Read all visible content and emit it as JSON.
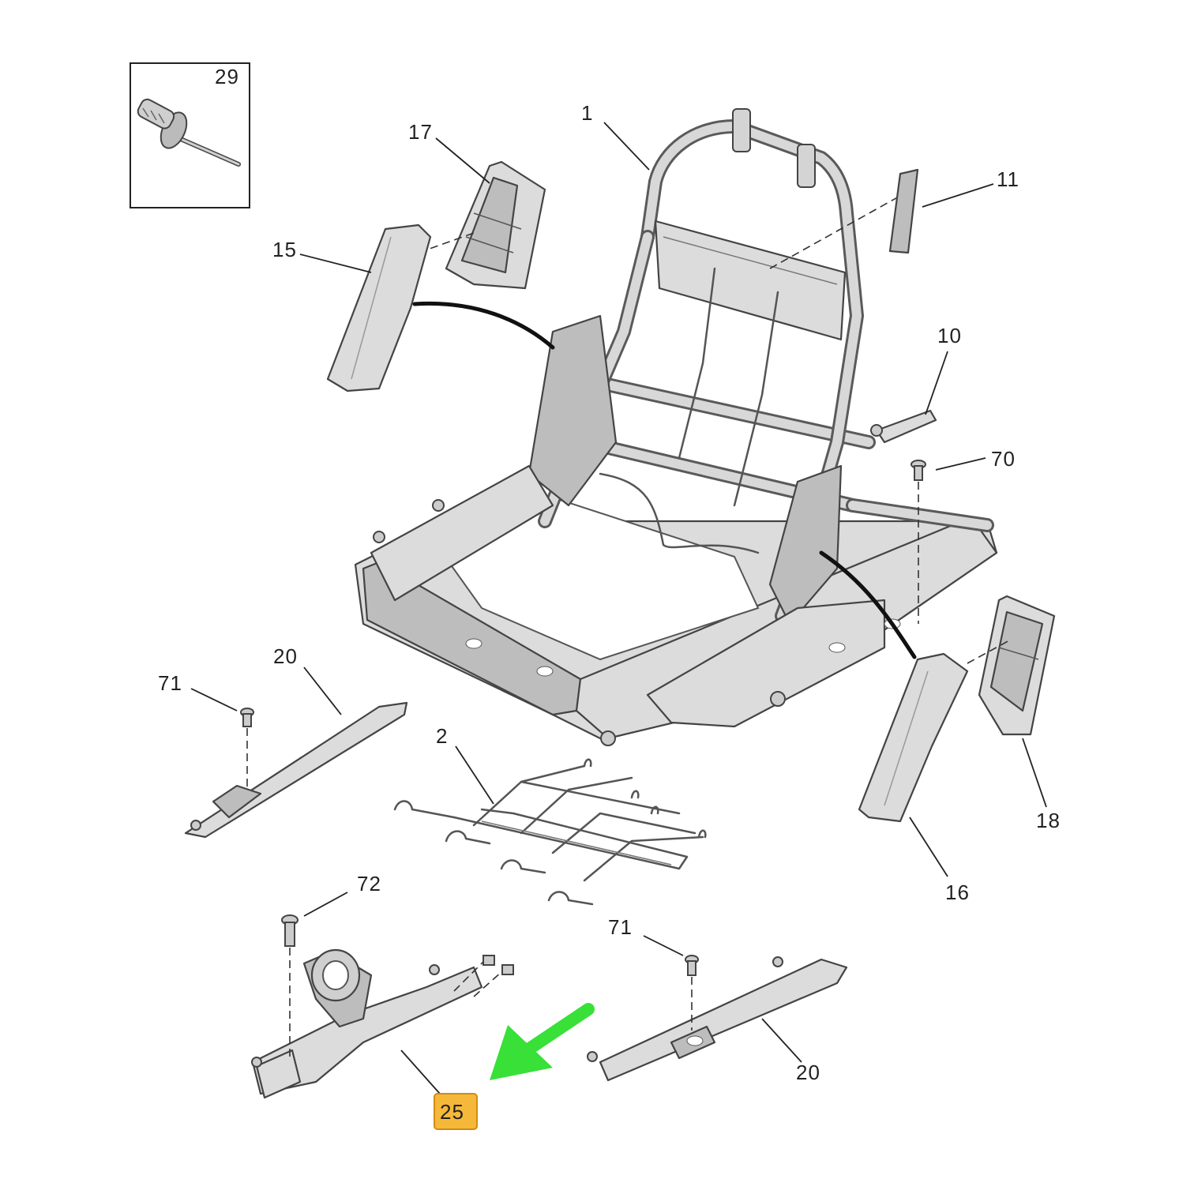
{
  "callouts": {
    "c29": "29",
    "c1": "1",
    "c17": "17",
    "c11": "11",
    "c15": "15",
    "c10": "10",
    "c70": "70",
    "c20a": "20",
    "c71a": "71",
    "c2": "2",
    "c18": "18",
    "c16": "16",
    "c72": "72",
    "c71b": "71",
    "c20b": "20",
    "c25": "25"
  },
  "colors": {
    "highlight": "#f5b83a",
    "arrow": "#38e038",
    "line": "#222222"
  },
  "icons": {
    "pointer": "green-arrow-icon"
  }
}
